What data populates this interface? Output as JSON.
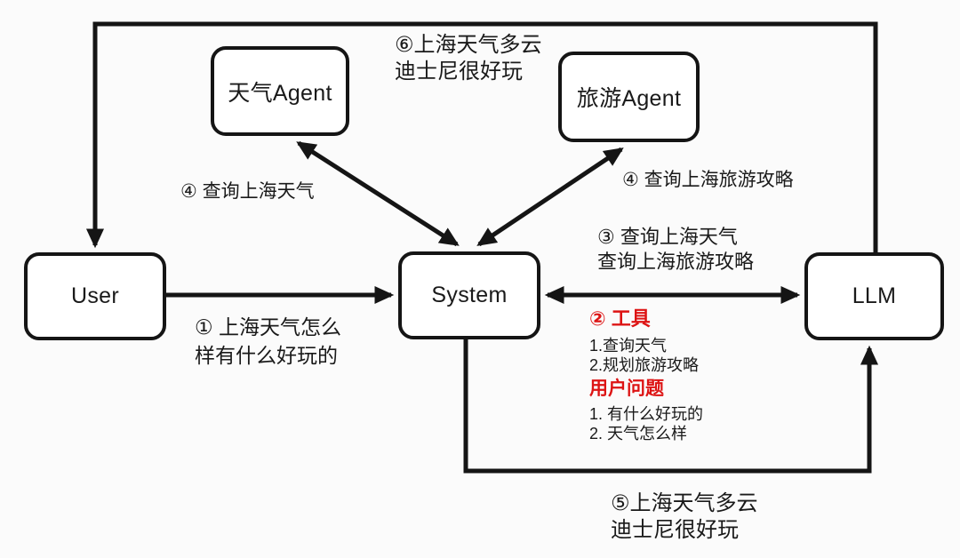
{
  "diagram": {
    "title_hint": "multi-agent weather/travel flow",
    "colors": {
      "stroke": "#151515",
      "text": "#1a1a1a",
      "accent_red": "#dd1414",
      "node_fill": "#ffffff",
      "background": "#fbfbfb"
    },
    "nodes": {
      "user": "User",
      "system": "System",
      "llm": "LLM",
      "weather_agent": "天气Agent",
      "travel_agent": "旅游Agent"
    },
    "steps": {
      "step1": {
        "line1": "① 上海天气怎么",
        "line2": "样有什么好玩的"
      },
      "step2": {
        "title": "② 工具",
        "tool1": "1.查询天气",
        "tool2": "2.规划旅游攻略",
        "subtitle": "用户问题",
        "question1": "1. 有什么好玩的",
        "question2": "2. 天气怎么样"
      },
      "step3": {
        "line1": "③ 查询上海天气",
        "line2": "查询上海旅游攻略"
      },
      "step4_weather": "④ 查询上海天气",
      "step4_travel": "④ 查询上海旅游攻略",
      "step5": {
        "line1": "⑤上海天气多云",
        "line2": "迪士尼很好玩"
      },
      "step6": {
        "line1": "⑥上海天气多云",
        "line2": "迪士尼很好玩"
      }
    }
  }
}
